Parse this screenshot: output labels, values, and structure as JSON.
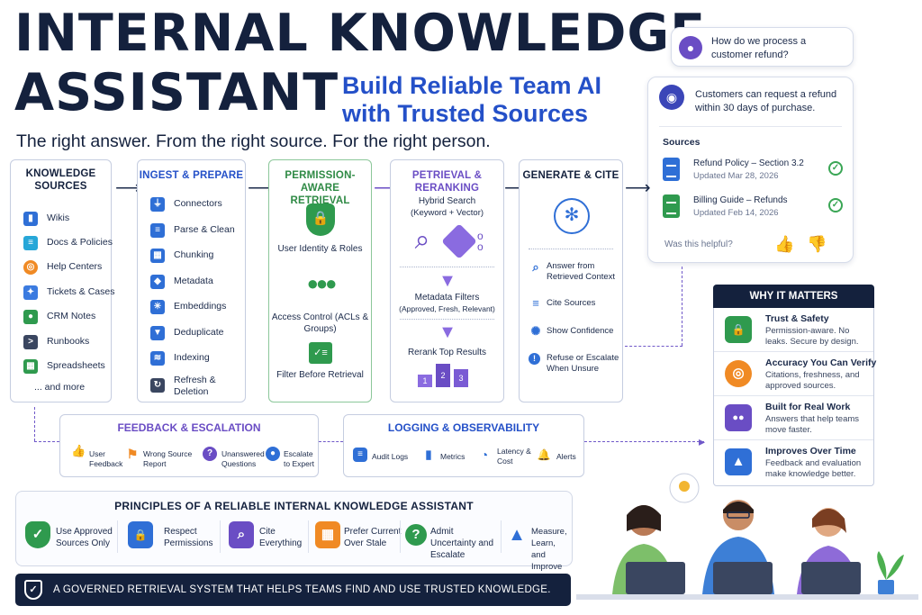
{
  "header": {
    "title_line1": "INTERNAL KNOWLEDGE",
    "title_line2": "ASSISTANT",
    "subtitle": "Build Reliable Team AI with Trusted Sources",
    "tagline": "The right answer. From the right source. For the right person."
  },
  "chat": {
    "question": "How do we process a customer refund?",
    "answer": "Customers can request a refund within 30 days of purchase.",
    "sources_label": "Sources",
    "sources": [
      {
        "title": "Refund Policy – Section 3.2",
        "date": "Updated Mar 28, 2026",
        "color": "#2f6fd6"
      },
      {
        "title": "Billing Guide – Refunds",
        "date": "Updated Feb 14, 2026",
        "color": "#2f9a4e"
      }
    ],
    "helpful": "Was this helpful?",
    "thumb_up": "👍",
    "thumb_down": "👎"
  },
  "pipeline": {
    "knowledge": {
      "title": "KNOWLEDGE SOURCES",
      "items": [
        {
          "label": "Wikis",
          "icon": "book-icon",
          "glyph": "▮",
          "color": "#2f6fd6"
        },
        {
          "label": "Docs & Policies",
          "icon": "document-icon",
          "glyph": "≡",
          "color": "#27a7d8"
        },
        {
          "label": "Help Centers",
          "icon": "lifebuoy-icon",
          "glyph": "◎",
          "color": "#f08a24"
        },
        {
          "label": "Tickets & Cases",
          "icon": "ticket-icon",
          "glyph": "✦",
          "color": "#3b7be0"
        },
        {
          "label": "CRM Notes",
          "icon": "people-icon",
          "glyph": "●",
          "color": "#2f9a4e"
        },
        {
          "label": "Runbooks",
          "icon": "terminal-icon",
          "glyph": ">",
          "color": "#3a4660"
        },
        {
          "label": "Spreadsheets",
          "icon": "sheet-icon",
          "glyph": "▦",
          "color": "#2f9a4e"
        },
        {
          "label": "... and more",
          "icon": "",
          "glyph": "",
          "color": ""
        }
      ]
    },
    "ingest": {
      "title": "INGEST & PREPARE",
      "items": [
        {
          "label": "Connectors",
          "icon": "plug-icon",
          "glyph": "⏚"
        },
        {
          "label": "Parse & Clean",
          "icon": "document-icon",
          "glyph": "≡"
        },
        {
          "label": "Chunking",
          "icon": "grid-icon",
          "glyph": "▦"
        },
        {
          "label": "Metadata",
          "icon": "tag-icon",
          "glyph": "◆"
        },
        {
          "label": "Embeddings",
          "icon": "nodes-icon",
          "glyph": "✳"
        },
        {
          "label": "Deduplicate",
          "icon": "filter-icon",
          "glyph": "▼"
        },
        {
          "label": "Indexing",
          "icon": "database-icon",
          "glyph": "≋"
        },
        {
          "label": "Refresh & Deletion",
          "icon": "refresh-icon",
          "glyph": "↻"
        }
      ]
    },
    "permission": {
      "title": "PERMISSION-AWARE RETRIEVAL",
      "identity": "User Identity & Roles",
      "access": "Access Control (ACLs & Groups)",
      "filter": "Filter Before Retrieval"
    },
    "retrieval": {
      "title": "PETRIEVAL & RERANKING",
      "hybrid": "Hybrid Search",
      "hybrid_sub": "(Keyword + Vector)",
      "metadata": "Metadata Filters",
      "metadata_sub": "(Approved, Fresh, Relevant)",
      "rerank": "Rerank Top Results",
      "ranks": [
        "1",
        "2",
        "3"
      ]
    },
    "generate": {
      "title": "GENERATE & CITE",
      "items": [
        {
          "label": "Answer from Retrieved Context",
          "icon": "search-icon",
          "glyph": "⌕"
        },
        {
          "label": "Cite Sources",
          "icon": "document-icon",
          "glyph": "≡"
        },
        {
          "label": "Show Confidence",
          "icon": "bulb-icon",
          "glyph": "✺"
        },
        {
          "label": "Refuse or Escalate When Unsure",
          "icon": "warning-icon",
          "glyph": "!"
        }
      ]
    }
  },
  "why": {
    "title": "WHY IT MATTERS",
    "rows": [
      {
        "title": "Trust & Safety",
        "desc": "Permission-aware. No leaks. Secure by design.",
        "icon": "shield-icon",
        "glyph": "🔒",
        "color": "#2f9a4e"
      },
      {
        "title": "Accuracy You Can Verify",
        "desc": "Citations, freshness, and approved sources.",
        "icon": "target-icon",
        "glyph": "◎",
        "color": "#f08a24"
      },
      {
        "title": "Built for Real Work",
        "desc": "Answers that help teams move faster.",
        "icon": "team-icon",
        "glyph": "●●",
        "color": "#6a4dc4"
      },
      {
        "title": "Improves Over Time",
        "desc": "Feedback and evaluation make knowledge better.",
        "icon": "chart-icon",
        "glyph": "▲",
        "color": "#2f6fd6"
      }
    ]
  },
  "feedback": {
    "title": "FEEDBACK & ESCALATION",
    "items": [
      {
        "label": "User Feedback",
        "icon": "thumbs-icon",
        "glyph": "👍"
      },
      {
        "label": "Wrong Source Report",
        "icon": "flag-icon",
        "glyph": "⚑"
      },
      {
        "label": "Unanswered Questions",
        "icon": "question-icon",
        "glyph": "?"
      },
      {
        "label": "Escalate to Expert",
        "icon": "person-icon",
        "glyph": "●"
      }
    ]
  },
  "logging": {
    "title": "LOGGING & OBSERVABILITY",
    "items": [
      {
        "label": "Audit Logs",
        "icon": "document-icon",
        "glyph": "≡"
      },
      {
        "label": "Metrics",
        "icon": "bar-chart-icon",
        "glyph": "▮"
      },
      {
        "label": "Latency & Cost",
        "icon": "gauge-icon",
        "glyph": "◔"
      },
      {
        "label": "Alerts",
        "icon": "bell-icon",
        "glyph": "🔔"
      }
    ]
  },
  "principles": {
    "title": "PRINCIPLES OF A RELIABLE INTERNAL KNOWLEDGE ASSISTANT",
    "items": [
      {
        "label": "Use Approved Sources Only",
        "icon": "shield-check-icon",
        "glyph": "✓",
        "color": "#2f9a4e"
      },
      {
        "label": "Respect Permissions",
        "icon": "user-lock-icon",
        "glyph": "🔒",
        "color": "#2f6fd6"
      },
      {
        "label": "Cite Everything",
        "icon": "doc-search-icon",
        "glyph": "⌕",
        "color": "#6a4dc4"
      },
      {
        "label": "Prefer Current Over Stale",
        "icon": "calendar-icon",
        "glyph": "▦",
        "color": "#f08a24"
      },
      {
        "label": "Admit Uncertainty and Escalate",
        "icon": "question-icon",
        "glyph": "?",
        "color": "#2f9a4e"
      },
      {
        "label": "Measure, Learn, and Improve",
        "icon": "growth-chart-icon",
        "glyph": "▲",
        "color": "#2f6fd6"
      }
    ]
  },
  "banner": {
    "text": "A GOVERNED RETRIEVAL SYSTEM THAT HELPS TEAMS FIND AND USE TRUSTED KNOWLEDGE."
  },
  "colors": {
    "navy": "#14213d",
    "blue": "#2450c8",
    "green": "#2f9a4e",
    "purple": "#6a4dc4",
    "orange": "#f08a24"
  }
}
